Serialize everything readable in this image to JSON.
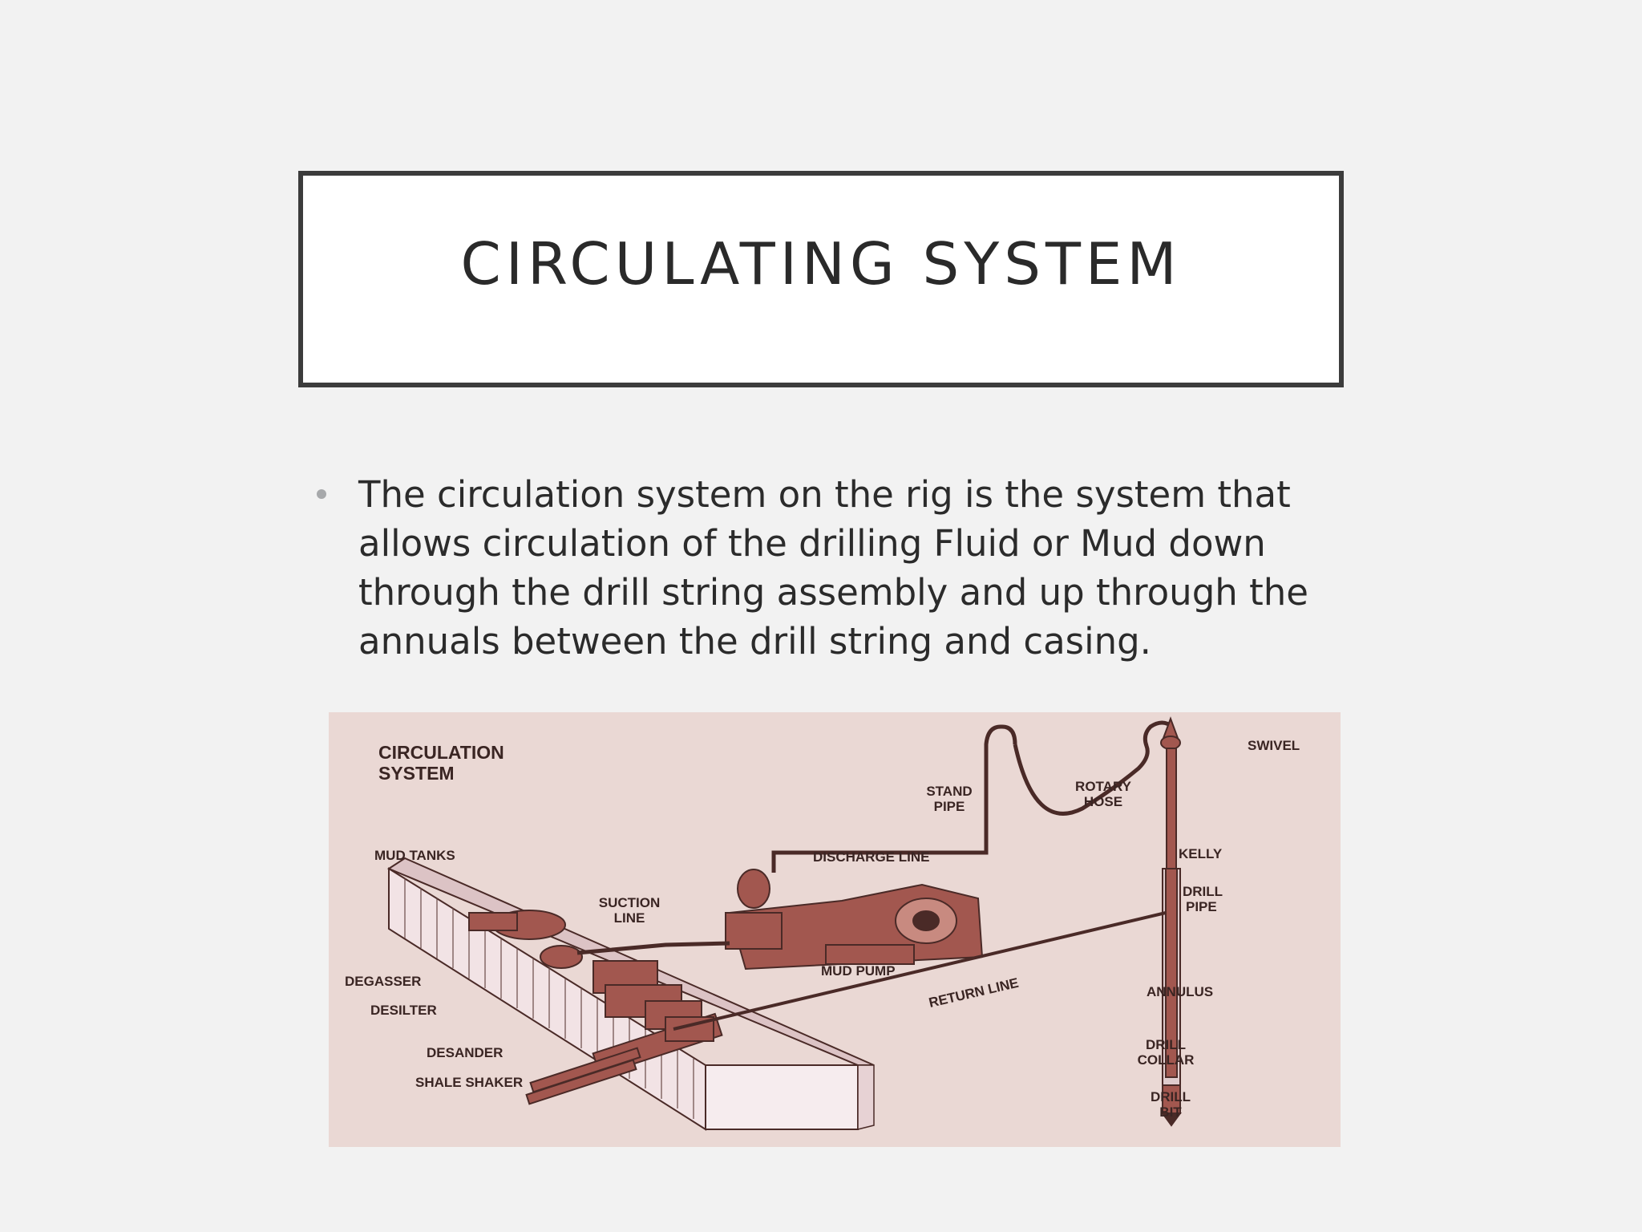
{
  "slide": {
    "title": "CIRCULATING SYSTEM",
    "bullet": "The circulation system on the rig is the system that allows circulation of the drilling Fluid or Mud down through the drill string assembly and up through the annuals between the drill string and casing."
  },
  "diagram": {
    "heading_line1": "CIRCULATION",
    "heading_line2": "SYSTEM",
    "labels": {
      "mud_tanks": "MUD TANKS",
      "suction_line_1": "SUCTION",
      "suction_line_2": "LINE",
      "stand_pipe_1": "STAND",
      "stand_pipe_2": "PIPE",
      "rotary_hose_1": "ROTARY",
      "rotary_hose_2": "HOSE",
      "swivel": "SWIVEL",
      "discharge_line": "DISCHARGE LINE",
      "kelly": "KELLY",
      "drill_pipe_1": "DRILL",
      "drill_pipe_2": "PIPE",
      "mud_pump": "MUD PUMP",
      "return_line": "RETURN LINE",
      "annulus": "ANNULUS",
      "degasser": "DEGASSER",
      "desilter": "DESILTER",
      "desander": "DESANDER",
      "shale_shaker": "SHALE SHAKER",
      "drill_collar_1": "DRILL",
      "drill_collar_2": "COLLAR",
      "drill_bit_1": "DRILL",
      "drill_bit_2": "BIT"
    },
    "colors": {
      "background": "#ead8d4",
      "equipment": "#a2574f",
      "outline": "#4a2a27"
    }
  }
}
